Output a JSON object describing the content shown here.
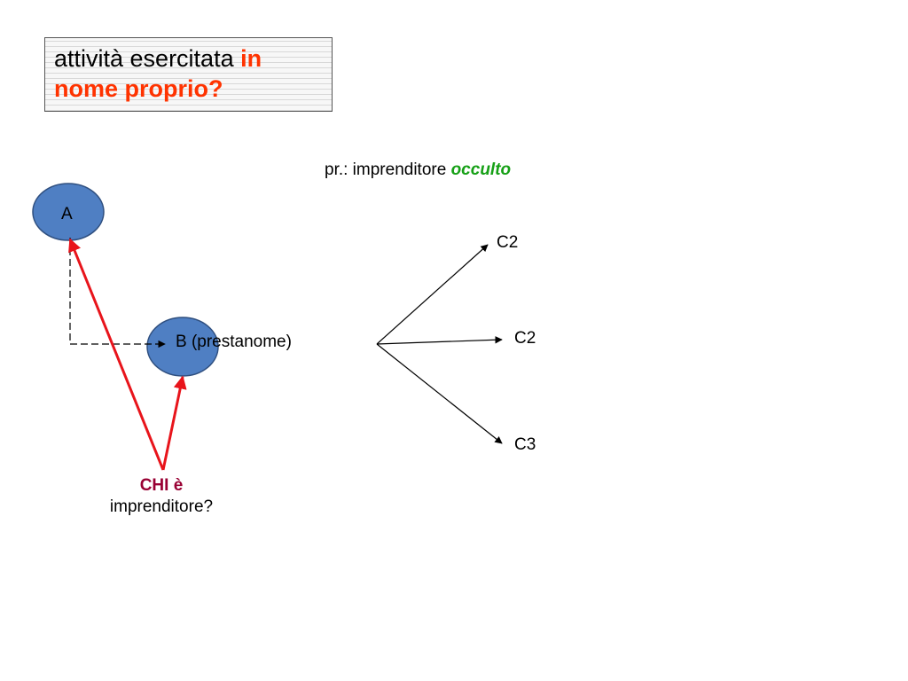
{
  "title": {
    "plain": "attività esercitata ",
    "highlight": "in nome proprio?"
  },
  "subtitle": {
    "plain": "pr.: imprenditore ",
    "highlight": "occulto"
  },
  "nodes": {
    "a": "A",
    "b": "B (prestanome)",
    "c_top": "C2",
    "c_mid": "C2",
    "c_bottom": "C3"
  },
  "question": {
    "highlight": "CHI è",
    "plain": "imprenditore?"
  },
  "colors": {
    "node_fill": "#4f7fc3",
    "node_stroke": "#2f4f7f",
    "red_arrow": "#e8141b",
    "title_highlight": "#ff3300",
    "subtitle_highlight": "#16a016",
    "question_highlight": "#990033"
  }
}
